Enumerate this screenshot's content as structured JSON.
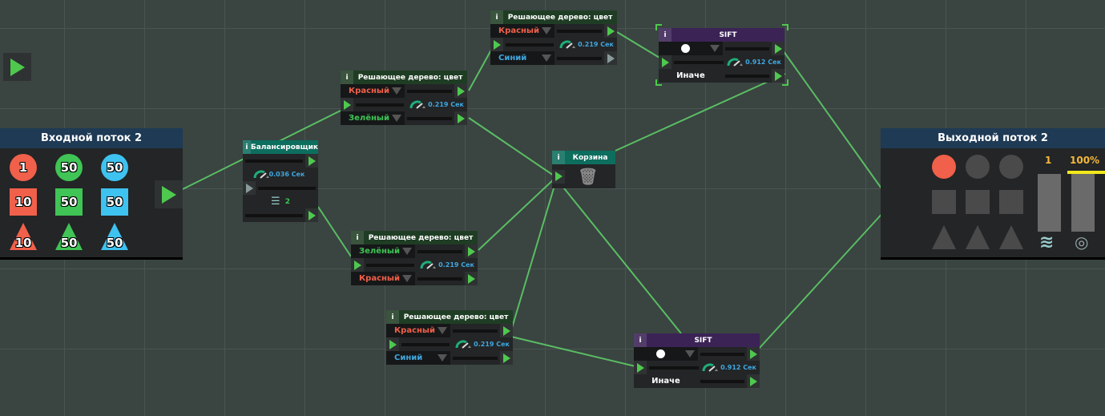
{
  "input": {
    "title": "Входной поток 2",
    "items": [
      {
        "shape": "circle",
        "color": "#f0604a",
        "value": "1"
      },
      {
        "shape": "circle",
        "color": "#3fc455",
        "value": "50"
      },
      {
        "shape": "circle",
        "color": "#3ec2f0",
        "value": "50"
      },
      {
        "shape": "square",
        "color": "#f0604a",
        "value": "10"
      },
      {
        "shape": "square",
        "color": "#3fc455",
        "value": "50"
      },
      {
        "shape": "square",
        "color": "#3ec2f0",
        "value": "50"
      },
      {
        "shape": "triangle",
        "color": "#f0604a",
        "value": "10"
      },
      {
        "shape": "triangle",
        "color": "#3fc455",
        "value": "50"
      },
      {
        "shape": "triangle",
        "color": "#3ec2f0",
        "value": "50"
      }
    ]
  },
  "balancer": {
    "title": "Балансировщик",
    "speed": "0.036 Сек",
    "count": "2",
    "info": "i"
  },
  "trees": [
    {
      "title": "Решающее дерево: цвет",
      "info": "i",
      "top": "Красный",
      "top_color": "#f0604a",
      "bottom": "Синий",
      "bottom_color": "#3fa7e0",
      "speed": "0.219 Сек"
    },
    {
      "title": "Решающее дерево: цвет",
      "info": "i",
      "top": "Красный",
      "top_color": "#f0604a",
      "bottom": "Зелёный",
      "bottom_color": "#3fc455",
      "speed": "0.219 Сек"
    },
    {
      "title": "Решающее дерево: цвет",
      "info": "i",
      "top": "Зелёный",
      "top_color": "#3fc455",
      "bottom": "Красный",
      "bottom_color": "#f0604a",
      "speed": "0.219 Сек"
    },
    {
      "title": "Решающее дерево: цвет",
      "info": "i",
      "top": "Красный",
      "top_color": "#f0604a",
      "bottom": "Синий",
      "bottom_color": "#3fa7e0",
      "speed": "0.219 Сек"
    }
  ],
  "sifts": [
    {
      "title": "SIFT",
      "info": "i",
      "else": "Иначе",
      "speed": "0.912 Сек"
    },
    {
      "title": "SIFT",
      "info": "i",
      "else": "Иначе",
      "speed": "0.912 Сек"
    }
  ],
  "trash": {
    "title": "Корзина",
    "info": "i"
  },
  "output": {
    "title": "Выходной поток 2",
    "count": "1",
    "percent": "100%",
    "progress": 1.0,
    "filled": [
      "circle-red"
    ]
  },
  "colors": {
    "tree_header": "#1f3d24",
    "sift_header": "#3b2356",
    "teal_header": "#0d6e5e",
    "wire": "#5fd36a"
  }
}
